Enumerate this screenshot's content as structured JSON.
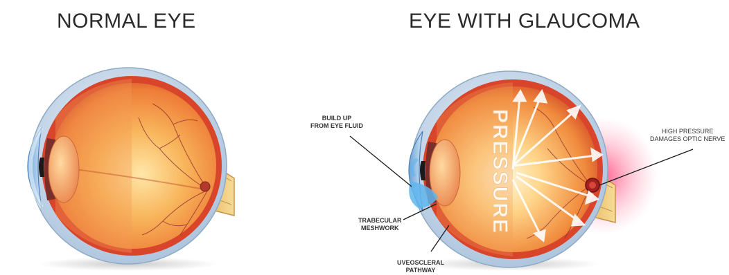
{
  "titles": {
    "normal": "NORMAL EYE",
    "glaucoma": "EYE WITH GLAUCOMA"
  },
  "labels": {
    "buildup_line1": "BUILD UP",
    "buildup_line2": "FROM EYE FLUID",
    "trabecular_line1": "TRABECULAR",
    "trabecular_line2": "MESHWORK",
    "uveoscleral_line1": "UVEOSCLERAL",
    "uveoscleral_line2": "PATHWAY",
    "highpressure_line1": "HIGH PRESSURE",
    "highpressure_line2": "DAMAGES  OPTIC NERVE",
    "pressure": "PRESSURE"
  },
  "colors": {
    "sclera": "#b9cfe3",
    "choroid": "#d9452a",
    "interior": "#f6a04a",
    "glow": "#ff2d6a",
    "fluid": "#5fb6ee"
  }
}
